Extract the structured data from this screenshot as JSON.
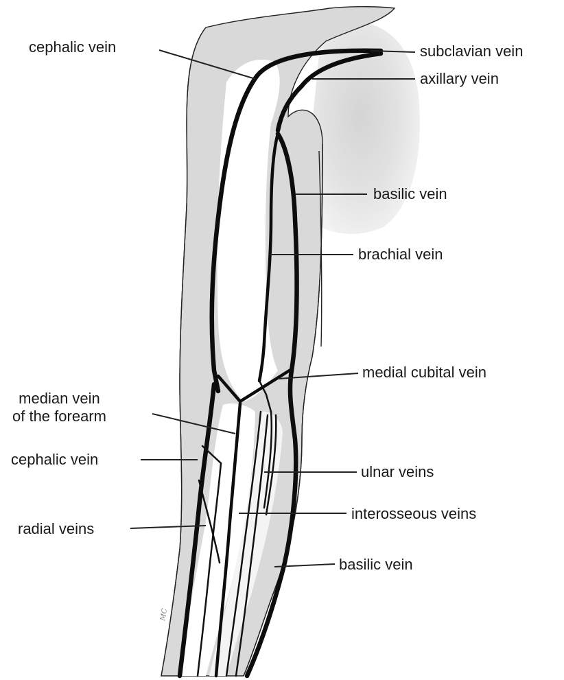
{
  "labels": {
    "cephalic_vein_upper": "cephalic vein",
    "subclavian_vein": "subclavian vein",
    "axillary_vein": "axillary vein",
    "basilic_vein_upper": "basilic vein",
    "brachial_vein": "brachial vein",
    "medial_cubital_vein": "medial cubital vein",
    "median_vein_line1": "median vein",
    "median_vein_line2": "of the forearm",
    "cephalic_vein_lower": "cephalic vein",
    "ulnar_veins": "ulnar veins",
    "interosseous_veins": "interosseous veins",
    "radial_veins": "radial veins",
    "basilic_vein_lower": "basilic vein"
  },
  "colors": {
    "skin_shading": "#d9d9d9",
    "background_shading": "#e6e6e6",
    "vein": "#0d0d0d",
    "label_text": "#1a1a1a"
  }
}
